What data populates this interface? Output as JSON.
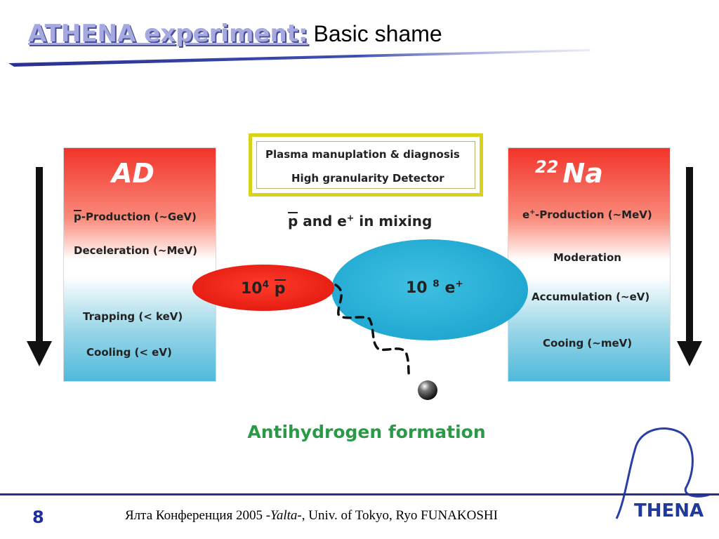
{
  "header": {
    "title_main": "ATHENA experiment:",
    "title_sub": "Basic shame"
  },
  "left_panel": {
    "title": "AD",
    "line1_bar": "p",
    "line1_rest": "-Production (~GeV)",
    "line2": "Deceleration (~MeV)",
    "line3": "Trapping (< keV)",
    "line4": "Cooling (< eV)"
  },
  "right_panel": {
    "title_sup": "22",
    "title": "Na",
    "line1_e": "e",
    "line1_sup": "+",
    "line1_rest": "-Production (~MeV)",
    "line2": "Moderation",
    "line3": "Accumulation (~eV)",
    "line4": "Cooing (~meV)"
  },
  "plasma_box": {
    "line1": "Plasma manuplation & diagnosis",
    "line2": "High granularity Detector"
  },
  "mixing": {
    "p": "p",
    "and_e": " and e",
    "sup": "+",
    "rest": " in mixing"
  },
  "antiproton_cloud": {
    "base": "10",
    "exp": "4",
    "symbol": "p"
  },
  "positron_cloud": {
    "base": "10",
    "exp": "8",
    "symbol": "e",
    "sup": "+"
  },
  "formation_label": "Antihydrogen formation",
  "footer": {
    "slide_number": "8",
    "text_a": "Ялта Конференция 2005 -",
    "text_italic": "Yalta-",
    "text_b": ", Univ. of Tokyo,  Ryo FUNAKOSHI",
    "logo": "THENA"
  },
  "colors": {
    "title_accent": "#a6a8e0",
    "footer_blue": "#1f2e9a",
    "formation_green": "#2a9a48",
    "antiproton_red": "#e8261c",
    "positron_cyan": "#2eaed4",
    "box_yellow": "#d9d21a"
  }
}
